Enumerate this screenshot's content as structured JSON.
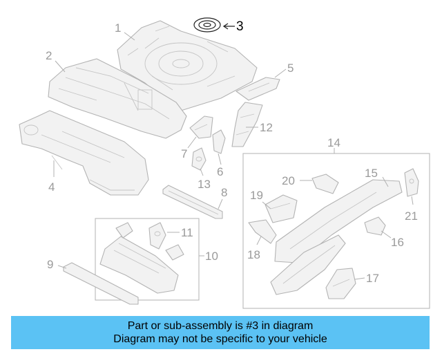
{
  "callouts": {
    "c1": "1",
    "c2": "2",
    "c3": "3",
    "c4": "4",
    "c5": "5",
    "c6": "6",
    "c7": "7",
    "c8": "8",
    "c9": "9",
    "c10": "10",
    "c11": "11",
    "c12": "12",
    "c13": "13",
    "c14": "14",
    "c15": "15",
    "c16": "16",
    "c17": "17",
    "c18": "18",
    "c19": "19",
    "c20": "20",
    "c21": "21"
  },
  "highlighted_part": "3",
  "colors": {
    "banner_bg": "#5bc2f4",
    "parts_stroke": "#b3b3b3",
    "callout_text": "#9a9a9a",
    "highlight": "#000000"
  },
  "banner": {
    "line1": "Part or sub-assembly is #3 in diagram",
    "line2": "Diagram may not be specific to your vehicle"
  }
}
